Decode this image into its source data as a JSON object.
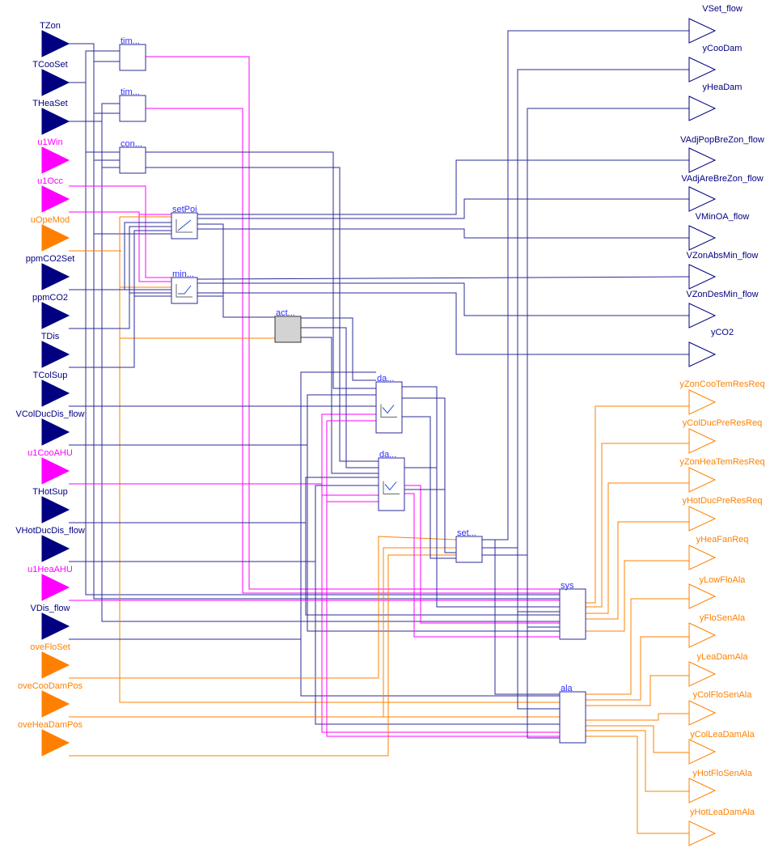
{
  "colors": {
    "real": "#000080",
    "wire": "#2b2b9a",
    "boolean": "#ff00ff",
    "integer": "#ff8000",
    "block_label": "#2f2fff",
    "act_fill": "#d3d3d3"
  },
  "inputs": [
    {
      "name": "TZon",
      "type": "real"
    },
    {
      "name": "TCooSet",
      "type": "real"
    },
    {
      "name": "THeaSet",
      "type": "real"
    },
    {
      "name": "u1Win",
      "type": "boolean"
    },
    {
      "name": "u1Occ",
      "type": "boolean"
    },
    {
      "name": "uOpeMod",
      "type": "integer"
    },
    {
      "name": "ppmCO2Set",
      "type": "real"
    },
    {
      "name": "ppmCO2",
      "type": "real"
    },
    {
      "name": "TDis",
      "type": "real"
    },
    {
      "name": "TColSup",
      "type": "real"
    },
    {
      "name": "VColDucDis_flow",
      "type": "real"
    },
    {
      "name": "u1CooAHU",
      "type": "boolean"
    },
    {
      "name": "THotSup",
      "type": "real"
    },
    {
      "name": "VHotDucDis_flow",
      "type": "real"
    },
    {
      "name": "u1HeaAHU",
      "type": "boolean"
    },
    {
      "name": "VDis_flow",
      "type": "real"
    },
    {
      "name": "oveFloSet",
      "type": "integer"
    },
    {
      "name": "oveCooDamPos",
      "type": "integer"
    },
    {
      "name": "oveHeaDamPos",
      "type": "integer"
    }
  ],
  "outputs": [
    {
      "name": "VSet_flow",
      "type": "real"
    },
    {
      "name": "yCooDam",
      "type": "real"
    },
    {
      "name": "yHeaDam",
      "type": "real"
    },
    {
      "name": "VAdjPopBreZon_flow",
      "type": "real"
    },
    {
      "name": "VAdjAreBreZon_flow",
      "type": "real"
    },
    {
      "name": "VMinOA_flow",
      "type": "real"
    },
    {
      "name": "VZonAbsMin_flow",
      "type": "real"
    },
    {
      "name": "VZonDesMin_flow",
      "type": "real"
    },
    {
      "name": "yCO2",
      "type": "real"
    },
    {
      "name": "yZonCooTemResReq",
      "type": "integer"
    },
    {
      "name": "yColDucPreResReq",
      "type": "integer"
    },
    {
      "name": "yZonHeaTemResReq",
      "type": "integer"
    },
    {
      "name": "yHotDucPreResReq",
      "type": "integer"
    },
    {
      "name": "yHeaFanReq",
      "type": "integer"
    },
    {
      "name": "yLowFloAla",
      "type": "integer"
    },
    {
      "name": "yFloSenAla",
      "type": "integer"
    },
    {
      "name": "yLeaDamAla",
      "type": "integer"
    },
    {
      "name": "yColFloSenAla",
      "type": "integer"
    },
    {
      "name": "yColLeaDamAla",
      "type": "integer"
    },
    {
      "name": "yHotFloSenAla",
      "type": "integer"
    },
    {
      "name": "yHotLeaDamAla",
      "type": "integer"
    }
  ],
  "blocks": [
    {
      "name": "tim...",
      "icon": "none"
    },
    {
      "name": "tim...",
      "icon": "none"
    },
    {
      "name": "con...",
      "icon": "none"
    },
    {
      "name": "setPoi",
      "icon": "setpoint-chart"
    },
    {
      "name": "min...",
      "icon": "minflow-chart"
    },
    {
      "name": "act...",
      "icon": "grey-box"
    },
    {
      "name": "da...",
      "icon": "damper-chart"
    },
    {
      "name": "da...",
      "icon": "damper-chart"
    },
    {
      "name": "set...",
      "icon": "none"
    },
    {
      "name": "sys",
      "icon": "none"
    },
    {
      "name": "ala",
      "icon": "none"
    }
  ]
}
